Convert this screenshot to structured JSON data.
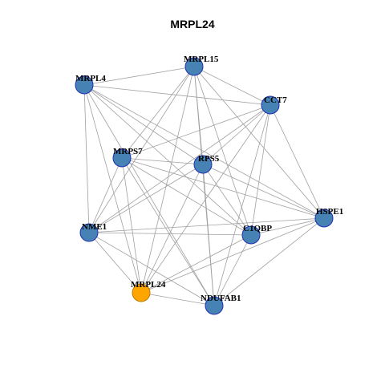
{
  "title": "MRPL24",
  "colors": {
    "node_fill": "#4682b4",
    "node_stroke": "#1f2fb3",
    "highlight_fill": "#ffa500",
    "highlight_stroke": "#c07a00",
    "edge": "#a0a0a0"
  },
  "nodes": [
    {
      "id": "MRPL15",
      "label": "MRPL15",
      "highlight": false
    },
    {
      "id": "MRPL4",
      "label": "MRPL4",
      "highlight": false
    },
    {
      "id": "CCT7",
      "label": "CCT7",
      "highlight": false
    },
    {
      "id": "MRPS7",
      "label": "MRPS7",
      "highlight": false
    },
    {
      "id": "RPS5",
      "label": "RPS5",
      "highlight": false
    },
    {
      "id": "HSPE1",
      "label": "HSPE1",
      "highlight": false
    },
    {
      "id": "NME1",
      "label": "NME1",
      "highlight": false
    },
    {
      "id": "C1QBP",
      "label": "C1QBP",
      "highlight": false
    },
    {
      "id": "MRPL24",
      "label": "MRPL24",
      "highlight": true
    },
    {
      "id": "NDUFAB1",
      "label": "NDUFAB1",
      "highlight": false
    }
  ],
  "edges": [
    [
      "MRPL4",
      "MRPL15"
    ],
    [
      "MRPL4",
      "CCT7"
    ],
    [
      "MRPL4",
      "RPS5"
    ],
    [
      "MRPL4",
      "NME1"
    ],
    [
      "MRPL4",
      "MRPL24"
    ],
    [
      "MRPL4",
      "NDUFAB1"
    ],
    [
      "MRPL4",
      "C1QBP"
    ],
    [
      "MRPL4",
      "HSPE1"
    ],
    [
      "MRPL15",
      "CCT7"
    ],
    [
      "MRPL15",
      "MRPS7"
    ],
    [
      "MRPL15",
      "RPS5"
    ],
    [
      "MRPL15",
      "HSPE1"
    ],
    [
      "MRPL15",
      "NME1"
    ],
    [
      "MRPL15",
      "C1QBP"
    ],
    [
      "MRPL15",
      "MRPL24"
    ],
    [
      "MRPL15",
      "NDUFAB1"
    ],
    [
      "CCT7",
      "MRPS7"
    ],
    [
      "CCT7",
      "RPS5"
    ],
    [
      "CCT7",
      "HSPE1"
    ],
    [
      "CCT7",
      "C1QBP"
    ],
    [
      "CCT7",
      "MRPL24"
    ],
    [
      "CCT7",
      "NDUFAB1"
    ],
    [
      "CCT7",
      "NME1"
    ],
    [
      "MRPS7",
      "RPS5"
    ],
    [
      "MRPS7",
      "NME1"
    ],
    [
      "MRPS7",
      "C1QBP"
    ],
    [
      "MRPS7",
      "MRPL24"
    ],
    [
      "MRPS7",
      "NDUFAB1"
    ],
    [
      "MRPS7",
      "HSPE1"
    ],
    [
      "RPS5",
      "NME1"
    ],
    [
      "RPS5",
      "C1QBP"
    ],
    [
      "RPS5",
      "MRPL24"
    ],
    [
      "RPS5",
      "NDUFAB1"
    ],
    [
      "RPS5",
      "HSPE1"
    ],
    [
      "HSPE1",
      "NME1"
    ],
    [
      "HSPE1",
      "C1QBP"
    ],
    [
      "HSPE1",
      "MRPL24"
    ],
    [
      "HSPE1",
      "NDUFAB1"
    ],
    [
      "NME1",
      "C1QBP"
    ],
    [
      "NME1",
      "MRPL24"
    ],
    [
      "NME1",
      "NDUFAB1"
    ],
    [
      "C1QBP",
      "MRPL24"
    ],
    [
      "C1QBP",
      "NDUFAB1"
    ],
    [
      "MRPL24",
      "NDUFAB1"
    ]
  ]
}
